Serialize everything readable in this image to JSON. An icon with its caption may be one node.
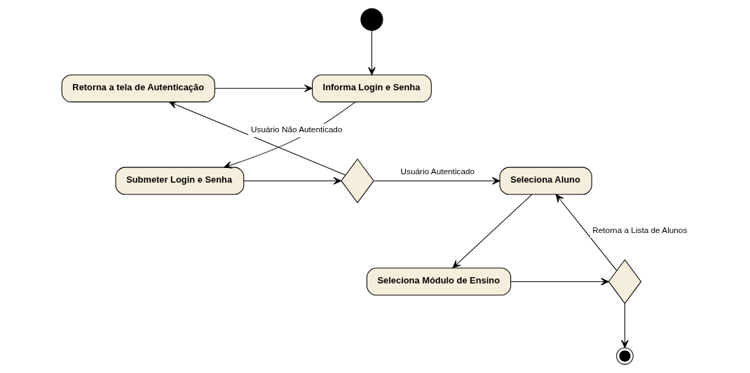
{
  "diagram": {
    "nodes": [
      {
        "text": [],
        "shape": "circle"
      },
      {
        "text": [
          "Informa Login e Senha"
        ]
      },
      {
        "text": [
          "Submeter Login e Senha"
        ]
      },
      {
        "text": [],
        "shape": "diamond"
      },
      {
        "text": [
          "Retorna a tela de Autenticação"
        ]
      },
      {
        "text": [
          "Seleciona Aluno"
        ]
      },
      {
        "text": [
          "Seleciona Módulo de Ensino"
        ]
      },
      {
        "text": [],
        "shape": "diamond"
      },
      {
        "text": [],
        "shape": "circle"
      }
    ],
    "edges": [
      {
        "from": 0,
        "to": 1,
        "arrow": "to"
      },
      {
        "from": 1,
        "to": 2,
        "arrow": "to"
      },
      {
        "from": 2,
        "to": 3,
        "arrow": "to"
      },
      {
        "from": 3,
        "to": 4,
        "arrow": "to",
        "label": "Usuário Não Autenticado"
      },
      {
        "from": 4,
        "to": 1,
        "arrow": "to"
      },
      {
        "from": 3,
        "to": 5,
        "arrow": "to",
        "label": "Usuário Autenticado"
      },
      {
        "from": 5,
        "to": 6,
        "arrow": "to"
      },
      {
        "from": 6,
        "to": 7,
        "arrow": "to"
      },
      {
        "from": 7,
        "to": 8,
        "arrow": "to"
      },
      {
        "from": 7,
        "to": 5,
        "arrow": "to",
        "label": "Retorna a Lista de Alunos"
      }
    ]
  }
}
